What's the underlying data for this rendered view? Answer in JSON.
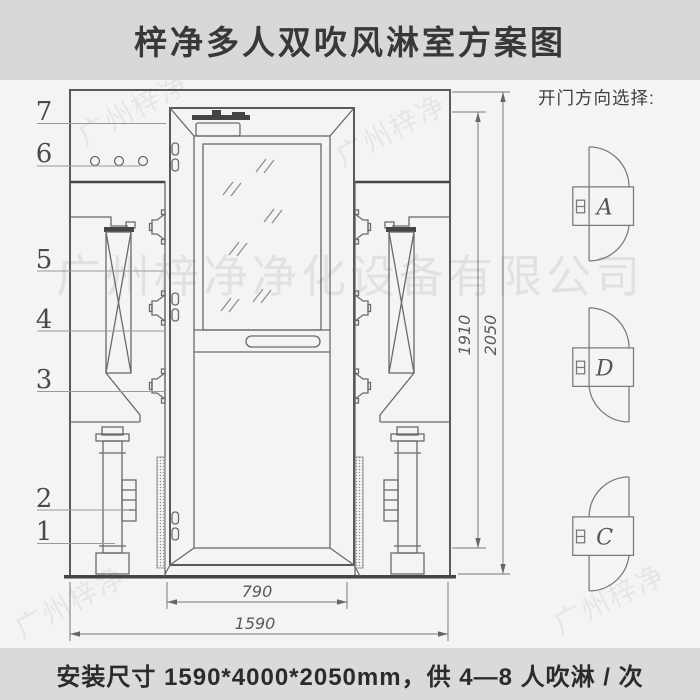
{
  "header": {
    "title": "梓净多人双吹风淋室方案图"
  },
  "footer": {
    "text": "安装尺寸 1590*4000*2050mm，供 4—8 人吹淋 / 次"
  },
  "watermark": {
    "company_full": "广州梓净净化设备有限公司",
    "brand_short": "广州梓净"
  },
  "callouts": [
    "7",
    "6",
    "5",
    "4",
    "3",
    "2",
    "1"
  ],
  "dimensions": {
    "door_width": "790",
    "overall_width": "1590",
    "door_height": "1910",
    "overall_height": "2050"
  },
  "door_direction": {
    "heading": "开门方向选择:",
    "options": [
      "A",
      "D",
      "C"
    ]
  },
  "colors": {
    "header_bg": "#d8d8d8",
    "footer_bg": "#dadada",
    "canvas_bg": "#f4f4f4",
    "line": "#6a6a6a",
    "dark_line": "#454545"
  }
}
